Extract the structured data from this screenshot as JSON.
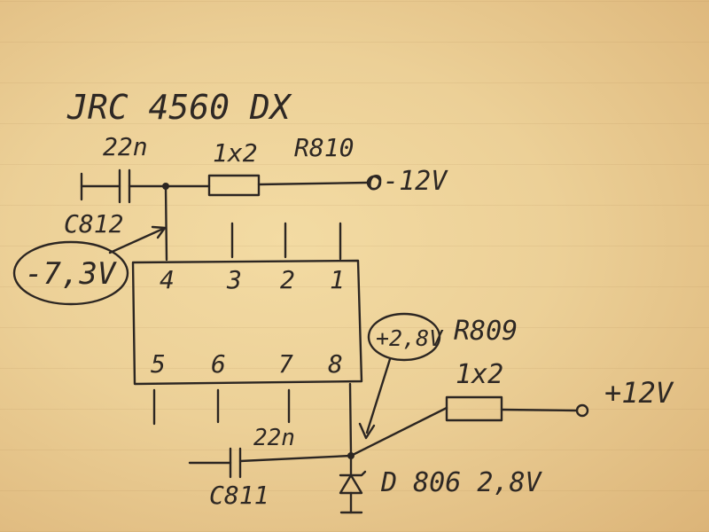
{
  "title": "JRC 4560 DX",
  "components": {
    "c812": {
      "value": "22n",
      "label": "C812"
    },
    "r810": {
      "value": "1х2",
      "label": "R810"
    },
    "r809": {
      "value": "1х2",
      "label": "R809"
    },
    "c811": {
      "value": "22n",
      "label": "C811"
    },
    "d806": {
      "label": "D 806 2,8V"
    }
  },
  "supplies": {
    "neg": "o-12V",
    "pos": "+12V"
  },
  "voltages": {
    "pin4": "-7,3V",
    "pin8": "+2,8V"
  },
  "pins": {
    "top": [
      "4",
      "3",
      "2",
      "1"
    ],
    "bottom": [
      "5",
      "6",
      "7",
      "8"
    ]
  },
  "colors": {
    "paper": "#ecd097",
    "ink": "#2c2622"
  }
}
